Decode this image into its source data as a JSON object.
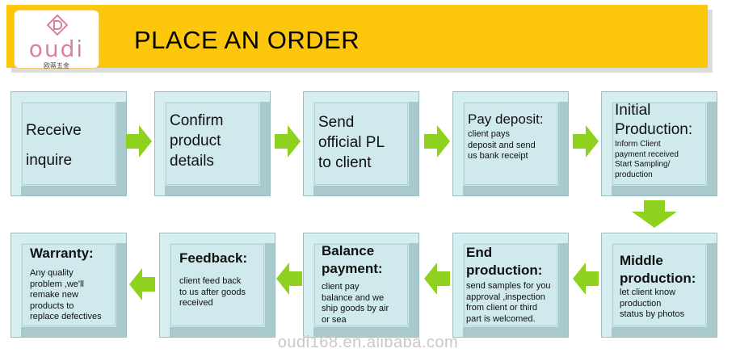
{
  "header": {
    "title": "PLACE AN ORDER",
    "logo_text": "oudi",
    "logo_subtitle": "欧蒂五金"
  },
  "steps": [
    {
      "title": "Receive\ninquire",
      "body": ""
    },
    {
      "title": "Confirm\nproduct\ndetails",
      "body": ""
    },
    {
      "title": "Send\nofficial PL\nto client",
      "body": ""
    },
    {
      "title": "Pay deposit:",
      "body": "client pays\ndeposit and send\nus bank receipt"
    },
    {
      "title": "Initial\nProduction:",
      "body": "Inform Client\npayment received\nStart  Sampling/\nproduction"
    },
    {
      "title": "Middle\nproduction:",
      "body": "let client know\nproduction\nstatus by photos"
    },
    {
      "title": "End\nproduction:",
      "body": "send samples for you\napproval ,inspection\nfrom client or third\npart is welcomed."
    },
    {
      "title": "Balance\npayment:",
      "body": "client pay\nbalance and we\nship goods by air\nor sea"
    },
    {
      "title": "Feedback:",
      "body": "client feed back\nto us after goods\nreceived"
    },
    {
      "title": "Warranty:",
      "body": "Any quality\nproblem ,we'll\nremake new\nproducts to\nreplace defectives"
    }
  ],
  "watermark": "oudi168.en.alibaba.com",
  "colors": {
    "banner": "#fcc60a",
    "box": "#c9e6e9",
    "arrow": "#8fd11f"
  }
}
